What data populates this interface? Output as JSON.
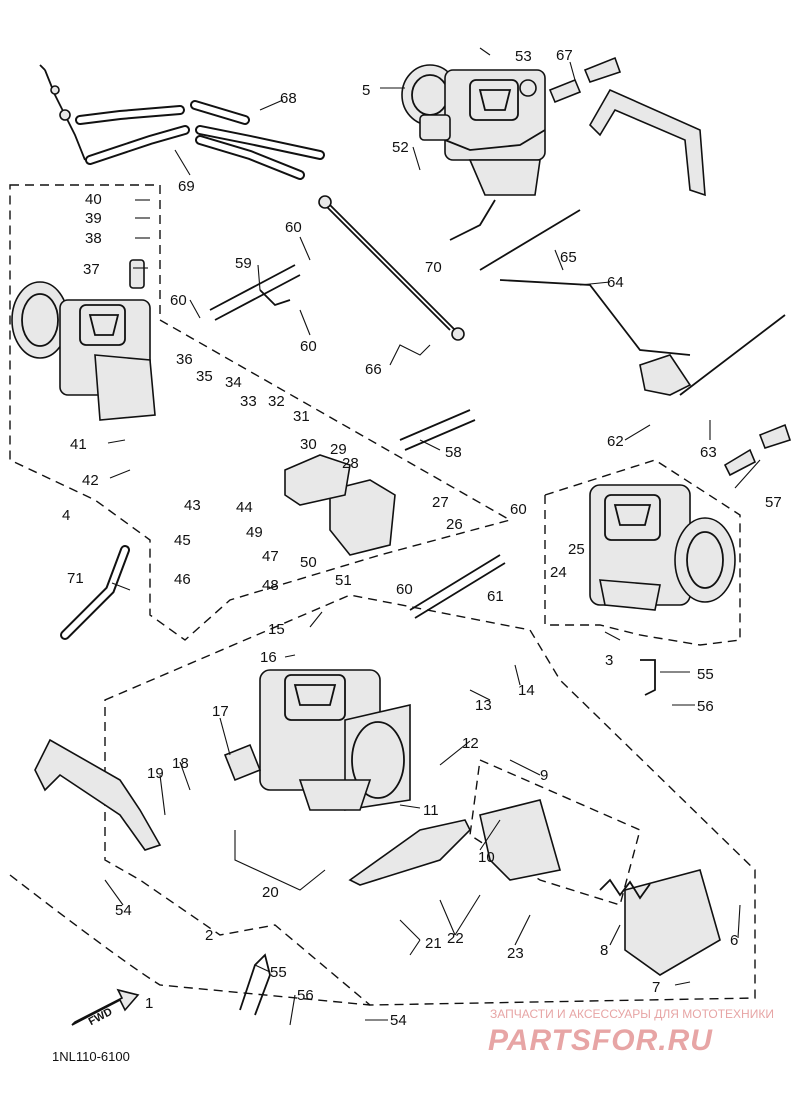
{
  "drawing_code": "1NL110-6100",
  "direction_arrow_label": "FWD",
  "watermark": {
    "top": "ЗАПЧАСТИ И АКСЕССУАРЫ ДЛЯ МОТОТЕХНИКИ",
    "brand": "PARTSFOR.RU"
  },
  "callouts": {
    "n1": "1",
    "n2": "2",
    "n3": "3",
    "n4": "4",
    "n5": "5",
    "n6": "6",
    "n7": "7",
    "n8": "8",
    "n9": "9",
    "n10": "10",
    "n11": "11",
    "n12": "12",
    "n13": "13",
    "n14": "14",
    "n15": "15",
    "n16": "16",
    "n17": "17",
    "n18": "18",
    "n19": "19",
    "n20": "20",
    "n21": "21",
    "n22": "22",
    "n23": "23",
    "n24": "24",
    "n25": "25",
    "n26": "26",
    "n27": "27",
    "n28": "28",
    "n29": "29",
    "n30": "30",
    "n31": "31",
    "n32": "32",
    "n33": "33",
    "n34": "34",
    "n35": "35",
    "n36": "36",
    "n37": "37",
    "n38": "38",
    "n39": "39",
    "n40": "40",
    "n41": "41",
    "n42": "42",
    "n43": "43",
    "n44": "44",
    "n45": "45",
    "n46": "46",
    "n47": "47",
    "n48": "48",
    "n49": "49",
    "n50": "50",
    "n51": "51",
    "n52": "52",
    "n53": "53",
    "n54a": "54",
    "n54b": "54",
    "n55a": "55",
    "n55b": "55",
    "n56a": "56",
    "n56b": "56",
    "n57": "57",
    "n58": "58",
    "n59": "59",
    "n60a": "60",
    "n60b": "60",
    "n60c": "60",
    "n60d": "60",
    "n60e": "60",
    "n61": "61",
    "n62": "62",
    "n63": "63",
    "n64": "64",
    "n65": "65",
    "n66": "66",
    "n67": "67",
    "n68": "68",
    "n69": "69",
    "n70": "70",
    "n71": "71"
  }
}
